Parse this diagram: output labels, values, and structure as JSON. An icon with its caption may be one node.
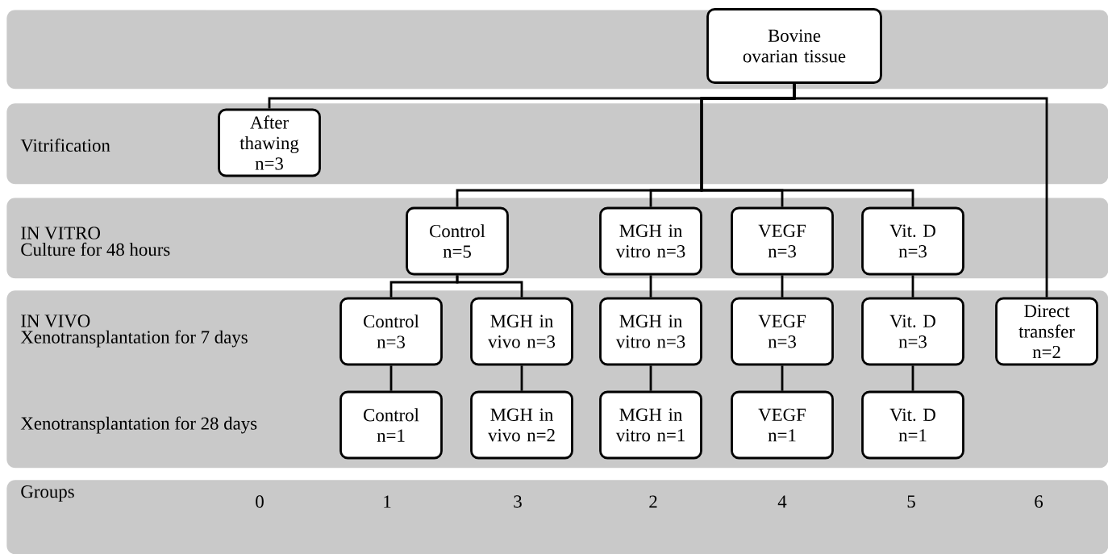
{
  "diagram": {
    "nodes": [
      {
        "text": [],
        "shape": "band"
      },
      {
        "text": [
          "Bovine ovarian tissue"
        ],
        "in": 0
      },
      {
        "text": [
          "Vitrification"
        ]
      },
      {
        "text": [
          "After thawing n=3"
        ],
        "in": 2
      },
      {
        "text": [
          "IN VITRO",
          "Culture for 48 hours"
        ]
      },
      {
        "text": [
          "Control n=5"
        ],
        "in": 4
      },
      {
        "text": [
          "MGH in vitro n=3"
        ],
        "in": 4
      },
      {
        "text": [
          "VEGF n=3"
        ],
        "in": 4
      },
      {
        "text": [
          "Vit. D n=3"
        ],
        "in": 4
      },
      {
        "text": [
          "IN VIVO",
          "Xenotransplantation for 7 days",
          "Xenotransplantation for 28 days"
        ]
      },
      {
        "text": [
          "Control n=3"
        ],
        "in": 9
      },
      {
        "text": [
          "MGH in vivo n=3"
        ],
        "in": 9
      },
      {
        "text": [
          "MGH in vitro n=3"
        ],
        "in": 9
      },
      {
        "text": [
          "VEGF n=3"
        ],
        "in": 9
      },
      {
        "text": [
          "Vit. D n=3"
        ],
        "in": 9
      },
      {
        "text": [
          "Direct transfer n=2"
        ],
        "in": 9
      },
      {
        "text": [
          "Control n=1"
        ],
        "in": 9
      },
      {
        "text": [
          "MGH in vivo n=2"
        ],
        "in": 9
      },
      {
        "text": [
          "MGH in vitro n=1"
        ],
        "in": 9
      },
      {
        "text": [
          "VEGF n=1"
        ],
        "in": 9
      },
      {
        "text": [
          "Vit. D n=1"
        ],
        "in": 9
      },
      {
        "text": [
          "Groups"
        ]
      }
    ],
    "edges": [
      {
        "from": 1,
        "to": 3,
        "arrow": "none"
      },
      {
        "from": 1,
        "to": 5,
        "arrow": "none"
      },
      {
        "from": 1,
        "to": 6,
        "arrow": "none"
      },
      {
        "from": 1,
        "to": 7,
        "arrow": "none"
      },
      {
        "from": 1,
        "to": 8,
        "arrow": "none"
      },
      {
        "from": 1,
        "to": 15,
        "arrow": "none"
      },
      {
        "from": 5,
        "to": 10,
        "arrow": "none"
      },
      {
        "from": 5,
        "to": 11,
        "arrow": "none"
      },
      {
        "from": 6,
        "to": 12,
        "arrow": "none"
      },
      {
        "from": 7,
        "to": 13,
        "arrow": "none"
      },
      {
        "from": 8,
        "to": 14,
        "arrow": "none"
      },
      {
        "from": 10,
        "to": 16,
        "arrow": "none"
      },
      {
        "from": 11,
        "to": 17,
        "arrow": "none"
      },
      {
        "from": 12,
        "to": 18,
        "arrow": "none"
      },
      {
        "from": 13,
        "to": 19,
        "arrow": "none"
      },
      {
        "from": 14,
        "to": 20,
        "arrow": "none"
      }
    ],
    "labels": [
      "0",
      "1",
      "3",
      "2",
      "4",
      "5",
      "6"
    ]
  }
}
